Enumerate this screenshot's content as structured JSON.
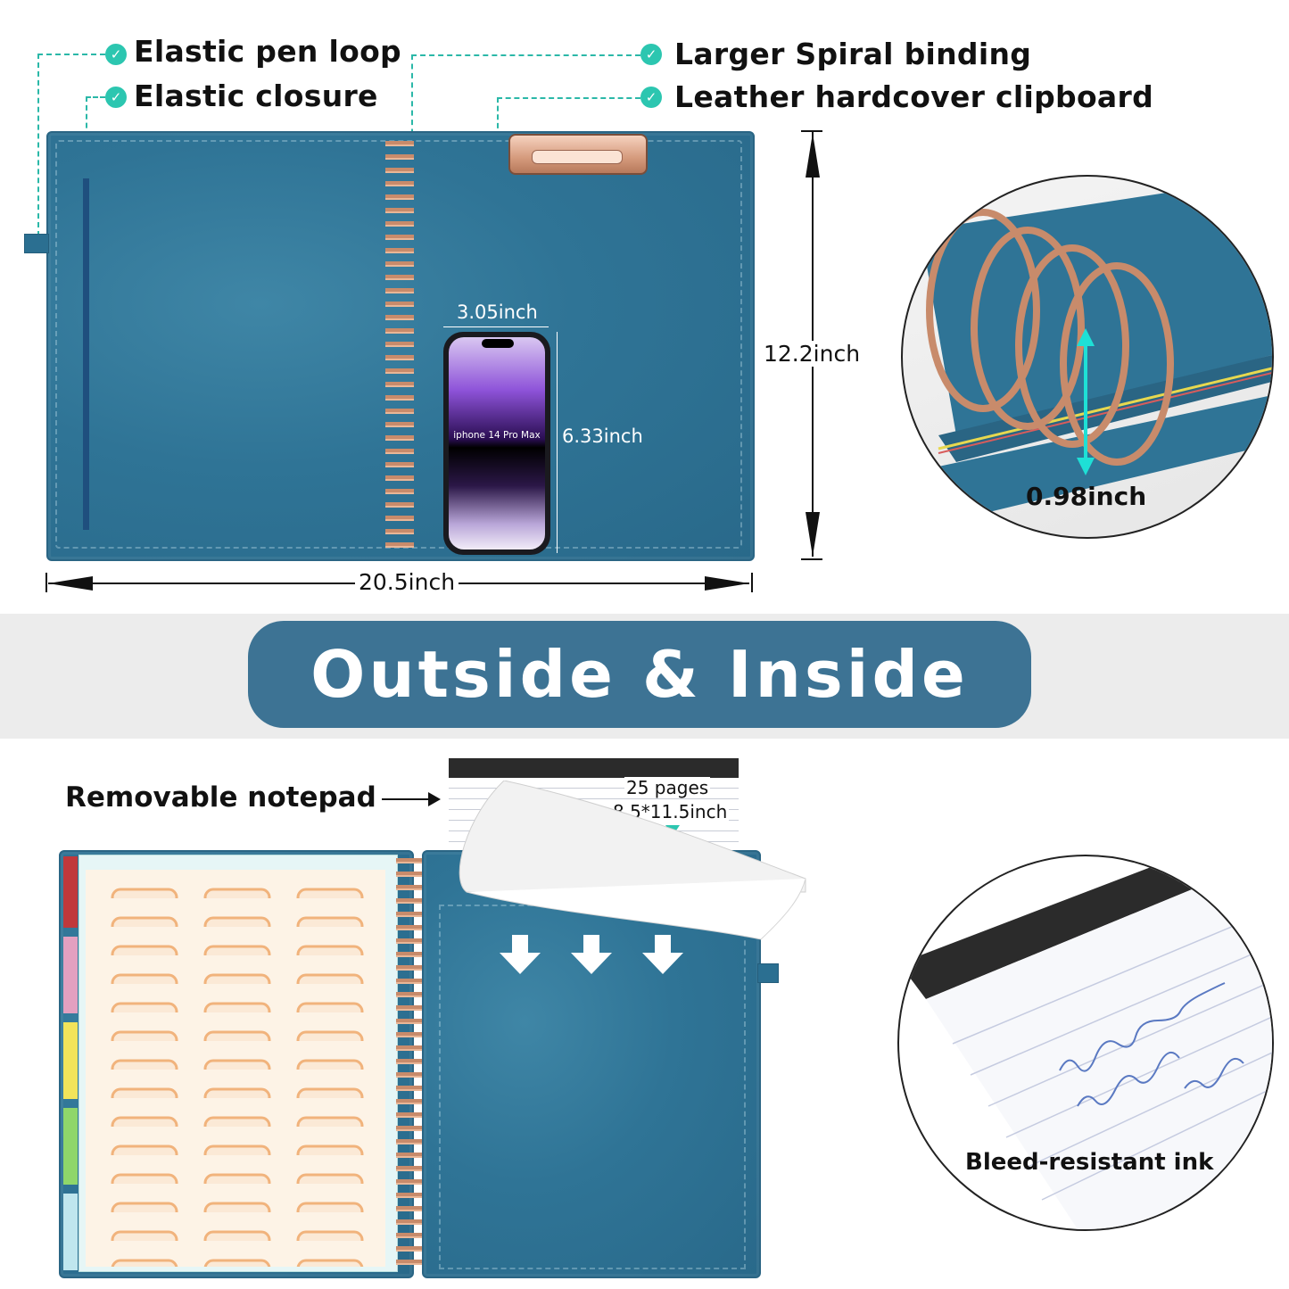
{
  "callouts": {
    "pen_loop": "Elastic pen loop",
    "closure": "Elastic closure",
    "spiral": "Larger Spiral binding",
    "clipboard": "Leather hardcover clipboard"
  },
  "dimensions": {
    "width": "20.5inch",
    "height": "12.2inch",
    "phone_width": "3.05inch",
    "phone_height": "6.33inch",
    "ring_depth": "0.98inch"
  },
  "phone": {
    "label": "iphone 14 Pro Max"
  },
  "banner": {
    "title": "Outside & Inside"
  },
  "notepad": {
    "label": "Removable notepad",
    "pages": "25 pages",
    "size": "8.5*11.5inch"
  },
  "ink": {
    "label": "Bleed-resistant ink"
  },
  "colors": {
    "accent": "#2cc6b0",
    "leather": "#2f7496",
    "banner": "#3d7394",
    "copper": "#c88b6b"
  },
  "divider_tabs": [
    "#c0383b",
    "#e3a0c0",
    "#f2e45a",
    "#8fd66a",
    "#bfe6ee"
  ],
  "icons": {
    "check": "check-circle-icon",
    "arrow": "arrow-down-icon"
  }
}
